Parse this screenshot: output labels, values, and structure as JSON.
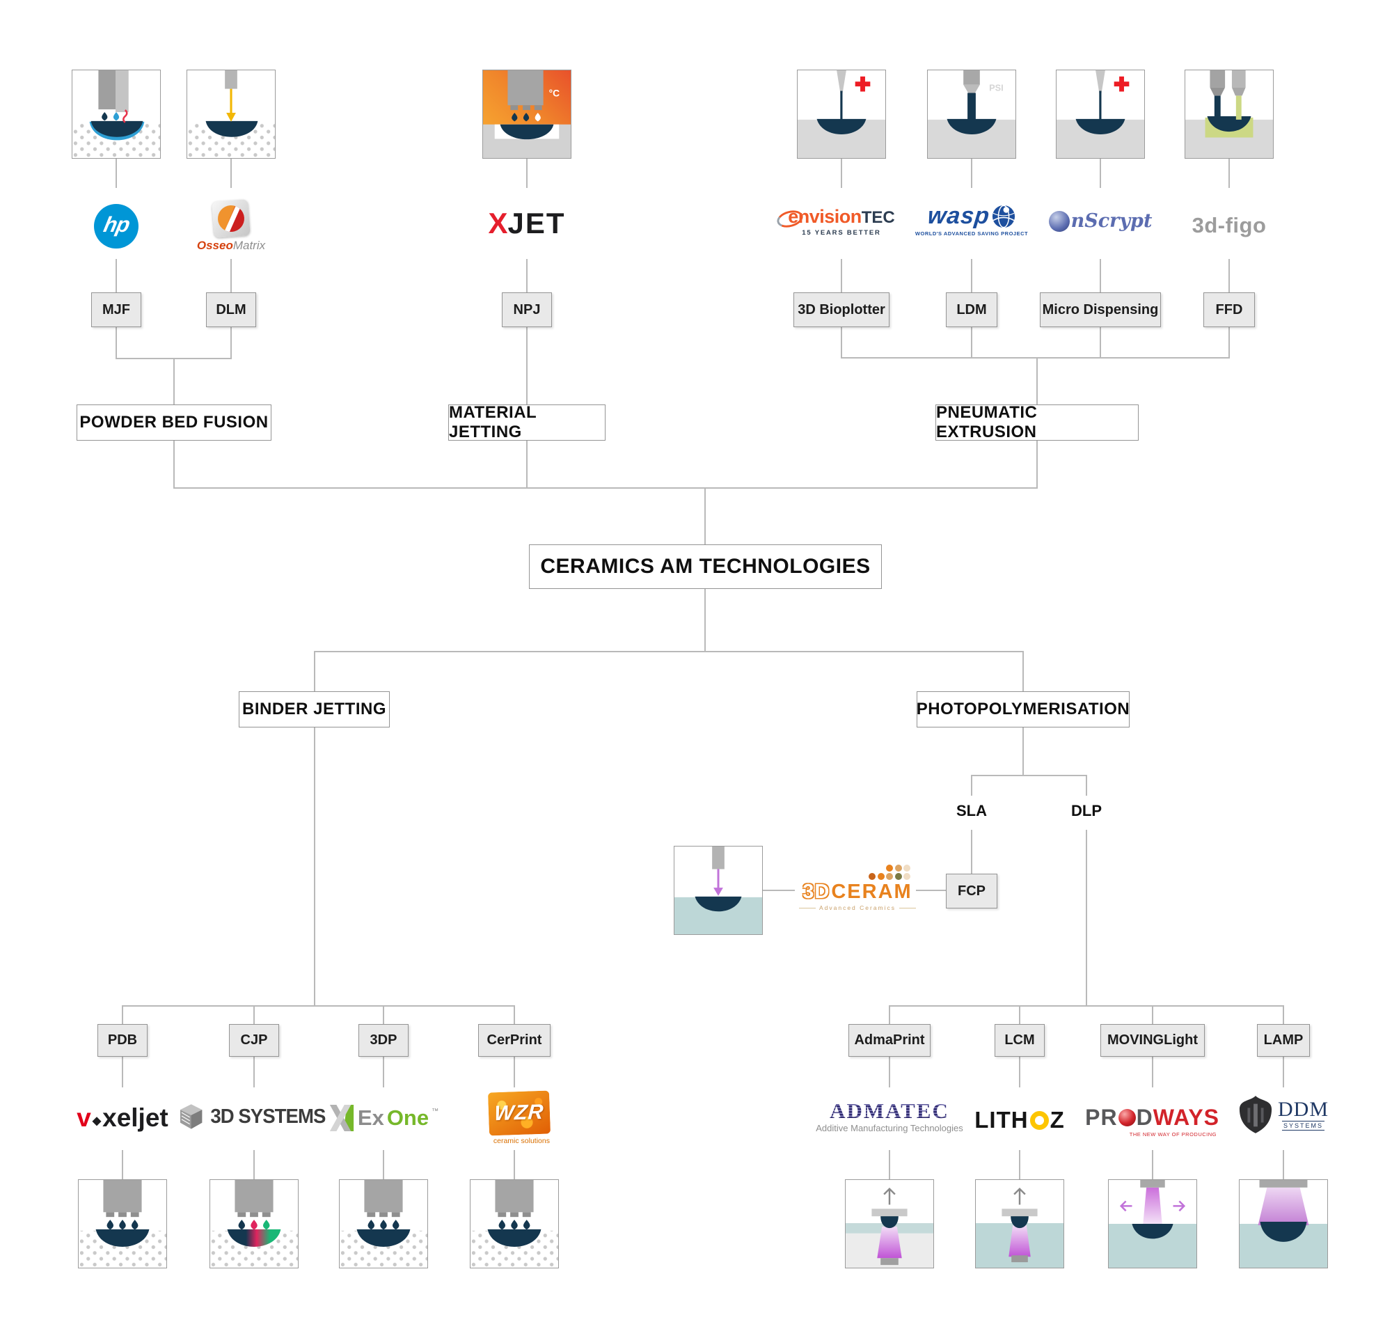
{
  "root": {
    "label": "CERAMICS AM TECHNOLOGIES"
  },
  "categories": {
    "pbf": "POWDER BED FUSION",
    "mj": "MATERIAL JETTING",
    "pe": "PNEUMATIC EXTRUSION",
    "bj": "BINDER JETTING",
    "pp": "PHOTOPOLYMERISATION"
  },
  "techs": {
    "mjf": "MJF",
    "dlm": "DLM",
    "npj": "NPJ",
    "bioplotter": "3D Bioplotter",
    "ldm": "LDM",
    "micro_dispensing": "Micro Dispensing",
    "ffd": "FFD",
    "sla": "SLA",
    "dlp": "DLP",
    "fcp": "FCP",
    "pdb": "PDB",
    "cjp": "CJP",
    "threedp": "3DP",
    "cerprint": "CerPrint",
    "admaprint": "AdmaPrint",
    "lcm": "LCM",
    "movinglight": "MOVINGLight",
    "lamp": "LAMP"
  },
  "logos": {
    "hp": {
      "text": "hp"
    },
    "osseomatrix": {
      "part1": "Osseo",
      "part2": "Matrix"
    },
    "xjet": {
      "x": "X",
      "jet": "JET"
    },
    "envisiontec": {
      "part1": "envision",
      "part2": "TEC",
      "tagline": "15 YEARS BETTER"
    },
    "wasp": {
      "name": "wasp",
      "tagline": "WORLD'S ADVANCED SAVING PROJECT"
    },
    "nscrypt": {
      "name": "nScrypt"
    },
    "figo3d": {
      "name": "3d-figo"
    },
    "voxeljet": {
      "v": "v",
      "dot": "◆",
      "rest": "xeljet"
    },
    "systems3d": {
      "name": "3D SYSTEMS"
    },
    "exone": {
      "ex": "Ex",
      "one": "One",
      "tm": "™"
    },
    "wzr": {
      "name": "WZR",
      "tagline": "ceramic solutions"
    },
    "dceram": {
      "d3": "3D",
      "ceram": "CERAM",
      "tagline": "Advanced Ceramics"
    },
    "admatec": {
      "name": "ADMATEC",
      "tagline": "Additive Manufacturing Technologies"
    },
    "lithoz": {
      "lith": "LITH",
      "z": "Z"
    },
    "prodways": {
      "pr": "PR",
      "d": "D",
      "ways": "WAYS",
      "tagline": "THE NEW WAY OF PRODUCING"
    },
    "ddm": {
      "name": "DDM",
      "sub": "SYSTEMS"
    }
  },
  "icon_labels": {
    "celsius": "°C",
    "psi": "PSI"
  },
  "colors": {
    "navy": "#14374f",
    "line_gray": "#b9b9b9",
    "box_gray": "#e9e9e9",
    "hp_blue": "#0096d6",
    "xjet_red": "#e51e2c",
    "beam_purple": "#c173d9",
    "liquid_teal": "#bdd7d7",
    "cross_red": "#ed1c24",
    "laser_yellow": "#f2b705",
    "exone_green": "#76b82a"
  }
}
